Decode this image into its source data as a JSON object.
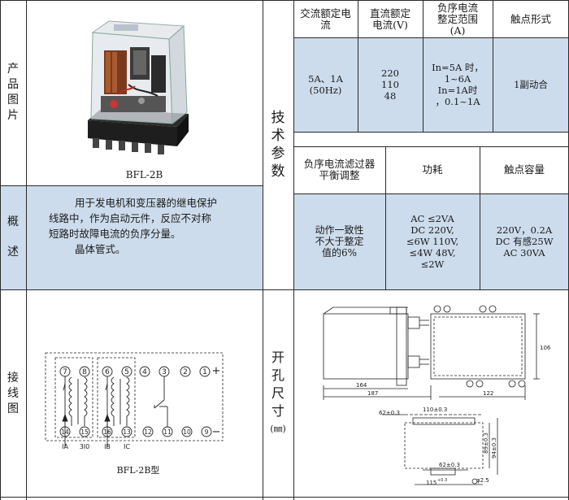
{
  "left": {
    "product_image": {
      "label_chars": [
        "产",
        "品",
        "图",
        "片"
      ],
      "caption": "BFL-2B"
    },
    "overview": {
      "label_chars": [
        "概",
        "述"
      ],
      "paragraph_lines": [
        "用于发电机和变压器的继电保护",
        "线路中，作为启动元件，反应不对称",
        "短路时故障电流的负序分量。",
        "晶体管式。"
      ]
    },
    "wiring": {
      "label_chars": [
        "接",
        "线",
        "图"
      ],
      "caption": "BFL-2B型",
      "terminals_top": [
        "7",
        "8",
        "6",
        "5",
        "4",
        "3",
        "2",
        "1"
      ],
      "terminals_bottom": [
        "14",
        "15",
        "16",
        "13",
        "12",
        "11",
        "10",
        "9"
      ],
      "plus": "+",
      "minus": "−",
      "bottom_labels": [
        "IA",
        "3I0",
        "IB",
        "IC"
      ]
    }
  },
  "tech": {
    "label_chars": [
      "技",
      "术",
      "参",
      "数"
    ],
    "table1": {
      "headers": [
        "交流额定电流",
        "直流额定电流(V)",
        "负序电流整定范围(A)",
        "触点形式"
      ],
      "values": [
        [
          "5A、1A",
          "(50Hz)"
        ],
        [
          "220",
          "110",
          "48"
        ],
        [
          "In=5A 时，",
          "1~6A",
          "In=1A时",
          "，0.1~1A"
        ],
        [
          "1副动合"
        ]
      ]
    },
    "table2": {
      "headers": [
        "负序电流滤过器平衡调整",
        "功耗",
        "触点容量"
      ],
      "values": [
        [
          "动作一致性",
          "不大于整定",
          "值的6%"
        ],
        [
          "AC ≤2VA",
          "DC 220V,",
          "≤6W 110V,",
          "≤4W 48V,",
          "≤2W"
        ],
        [
          "220V，0.2A",
          "DC 有感25W",
          "AC 30VA"
        ]
      ]
    }
  },
  "cutout": {
    "label_chars": [
      "开",
      "孔",
      "尺",
      "寸",
      "(㎜)"
    ],
    "dims": {
      "d106": "106",
      "d164": "164",
      "d187": "187",
      "d122": "122",
      "d62a": "62±0.3",
      "d110": "110±0.3",
      "d89": "89±0.3",
      "d94": "94±0.3",
      "d62b": "62±0.3",
      "d115": "115",
      "d115tol": "+0.3",
      "d825": "φ2.5"
    }
  }
}
